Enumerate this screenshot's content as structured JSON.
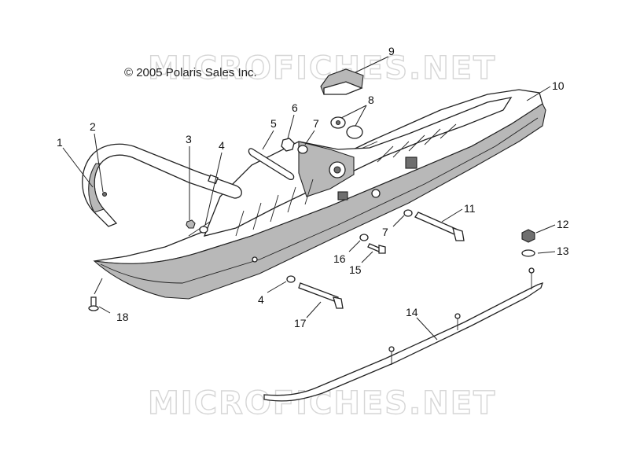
{
  "copyright": "© 2005 Polaris Sales Inc.",
  "watermarks": [
    "MICROFICHES.NET",
    "MICROFICHES.NET"
  ],
  "callouts": [
    "1",
    "2",
    "3",
    "4",
    "5",
    "6",
    "7",
    "8",
    "9",
    "10",
    "11",
    "12",
    "13",
    "14",
    "15",
    "16",
    "7",
    "4",
    "17",
    "18"
  ],
  "colors": {
    "line": "#222222",
    "shade": "#b8b8b8",
    "dark": "#6f6f6f",
    "watermark": "#d6d6d6"
  }
}
